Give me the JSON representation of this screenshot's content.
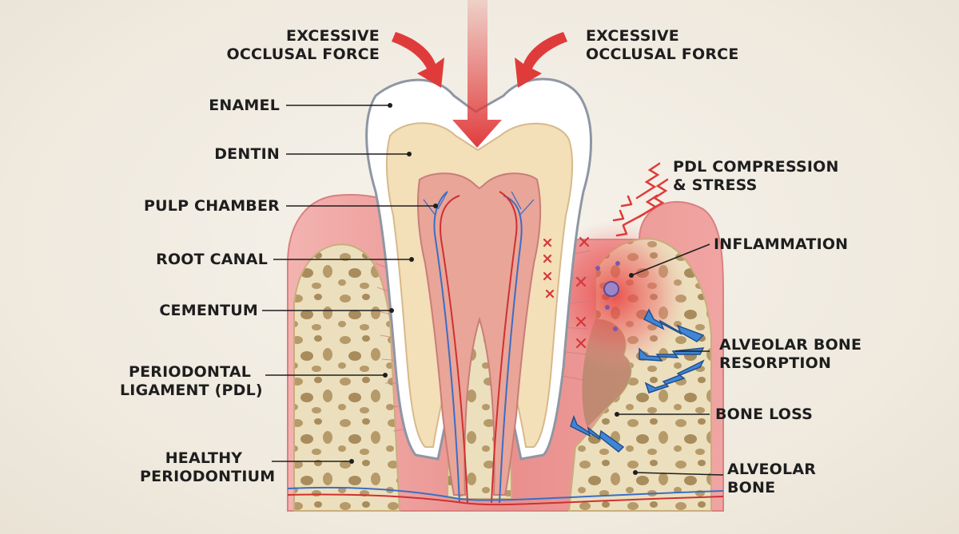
{
  "labels": {
    "force_left": [
      "EXCESSIVE",
      "OCCLUSAL FORCE"
    ],
    "force_right": [
      "EXCESSIVE",
      "OCCLUSAL FORCE"
    ],
    "enamel": "ENAMEL",
    "dentin": "DENTIN",
    "pulp_chamber": "PULP CHAMBER",
    "root_canal": "ROOT CANAL",
    "cementum": "CEMENTUM",
    "pdl": [
      "PERIODONTAL",
      "LIGAMENT (PDL)"
    ],
    "healthy_periodontium": [
      "HEALTHY",
      "PERIODONTIUM"
    ],
    "pdl_compression": [
      "PDL COMPRESSION",
      "& STRESS"
    ],
    "inflammation": "INFLAMMATION",
    "bone_resorption": [
      "ALVEOLAR BONE",
      "RESORPTION"
    ],
    "bone_loss": "BONE LOSS",
    "alveolar_bone": [
      "ALVEOLAR",
      "BONE"
    ]
  },
  "colors": {
    "gum": "#e88e8e",
    "bone": "#eadcb8",
    "enamel": "#ffffff",
    "dentin": "#f3dfb8",
    "pulp": "#e9a598",
    "force_arrow": "#e03b3b",
    "resorption_arrow": "#3f86d8",
    "inflammation": "#e63b3b",
    "nerve": "#3a6ec4",
    "artery": "#cf3030"
  }
}
